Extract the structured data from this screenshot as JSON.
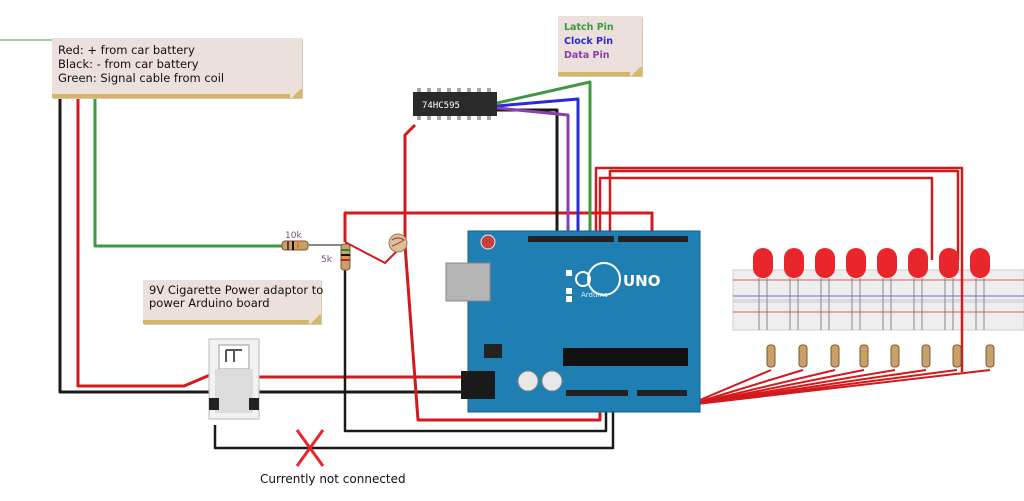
{
  "notes": {
    "car_battery": {
      "red": "Red: + from car battery",
      "black": "Black: - from car battery",
      "green": "Green: Signal cable from coil"
    },
    "pins": {
      "latch": "Latch Pin",
      "clock": "Clock Pin",
      "data": "Data Pin"
    },
    "adaptor": {
      "line1": "9V Cigarette Power adaptor to",
      "line2": "power Arduino board"
    }
  },
  "labels": {
    "r1": "10k",
    "r2": "5k",
    "chip": "74HC595",
    "board": "UNO",
    "brand": "Arduino"
  },
  "caption": "Currently not connected",
  "colors": {
    "red_wire": "#d4191c",
    "black_wire": "#1a1a1a",
    "green_wire": "#3e9a3e",
    "blue_wire": "#2a2ad6",
    "purple_wire": "#8a3fb0",
    "board": "#1f7fb2",
    "latch_text": "#3e9a3e",
    "clock_text": "#2a2ad6",
    "data_text": "#8a3fb0",
    "led": "#e8262b",
    "x_mark": "#e8262b"
  }
}
